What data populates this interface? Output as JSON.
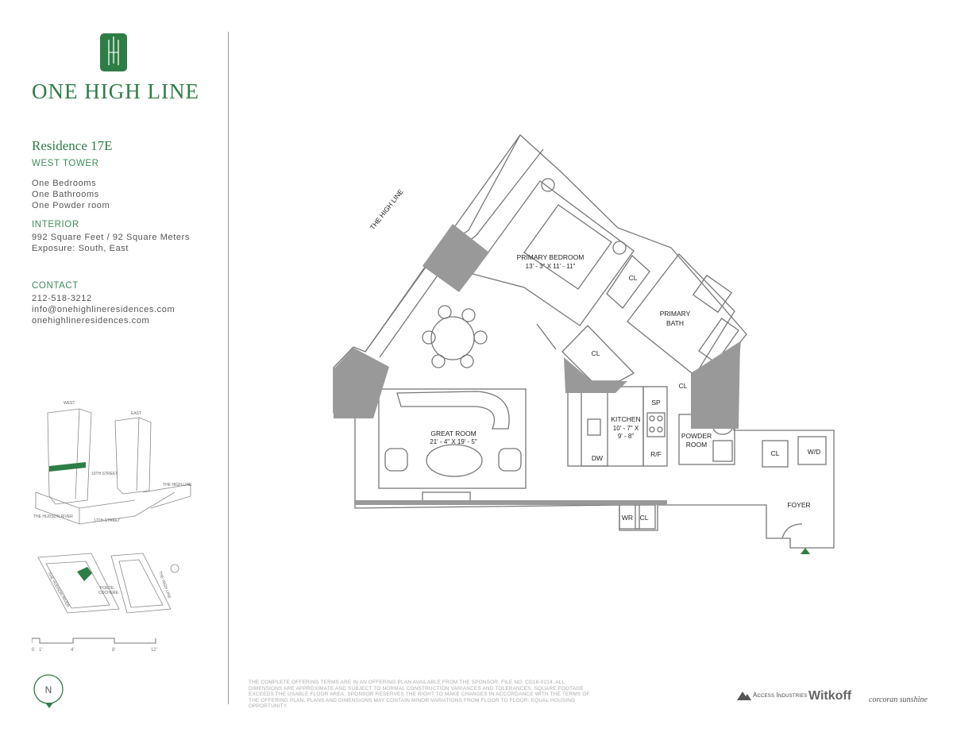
{
  "brand": {
    "name": "ONE HIGH LINE",
    "color": "#2e7d46"
  },
  "residence": {
    "title": "Residence 17E",
    "tower": "WEST TOWER",
    "bedrooms": "One Bedrooms",
    "bathrooms": "One Bathrooms",
    "powder": "One Powder room"
  },
  "interior": {
    "heading": "INTERIOR",
    "area": "992 Square Feet / 92 Square Meters",
    "exposure": "Exposure: South, East"
  },
  "contact": {
    "heading": "CONTACT",
    "phone": "212-518-3212",
    "email": "info@onehighlineresidences.com",
    "website": "onehighlineresidences.com"
  },
  "plan": {
    "street_label": "THE HIGH LINE",
    "rooms": {
      "primary_bedroom": "PRIMARY BEDROOM",
      "primary_bedroom_dim": "13' - 3\" X 11' - 11\"",
      "primary_bath_1": "PRIMARY",
      "primary_bath_2": "BATH",
      "great_room": "GREAT ROOM",
      "great_room_dim": "21' - 4\" X 19' - 5\"",
      "kitchen": "KITCHEN",
      "kitchen_dim_1": "10' - 7\" X",
      "kitchen_dim_2": "9' - 8\"",
      "powder_1": "POWDER",
      "powder_2": "ROOM",
      "foyer": "FOYER",
      "cl": "CL",
      "sp": "SP",
      "dw": "DW",
      "rf": "R/F",
      "wd": "W/D",
      "wr": "WR"
    }
  },
  "keyplan": {
    "west": "WEST",
    "east": "EAST",
    "street_10": "10TH STREET",
    "high_line": "THE HIGH LINE",
    "hudson": "THE HUDSON RIVER",
    "street_17": "17TH STREET"
  },
  "siteplan": {
    "hudson": "THE HUDSON RIVER",
    "porte": "PORTE-",
    "cochere": "COCHERE",
    "high_line": "THE HIGH LINE"
  },
  "scale": {
    "t0": "0",
    "t1": "1'",
    "t4": "4'",
    "t8": "8'",
    "t12": "12'"
  },
  "compass": "N",
  "disclaimer": "THE COMPLETE OFFERING TERMS ARE IN AN OFFERING PLAN AVAILABLE FROM THE SPONSOR. FILE NO. CD18-0214. ALL DIMENSIONS ARE APPROXIMATE AND SUBJECT TO NORMAL CONSTRUCTION VARIANCES AND TOLERANCES. SQUARE FOOTAGE EXCEEDS THE USABLE FLOOR AREA. SPONSOR RESERVES THE RIGHT TO MAKE CHANGES IN ACCORDANCE WITH THE TERMS OF THE OFFERING PLAN. PLANS AND DIMENSIONS MAY CONTAIN MINOR VARIATIONS FROM FLOOR TO FLOOR. EQUAL HOUSING OPPORTUNITY.",
  "partners": {
    "access": "Access Industries",
    "witkoff": "Witkoff",
    "corcoran": "corcoran sunshine"
  },
  "colors": {
    "wall": "#999999",
    "line": "#777777",
    "accent": "#2e7d46"
  }
}
